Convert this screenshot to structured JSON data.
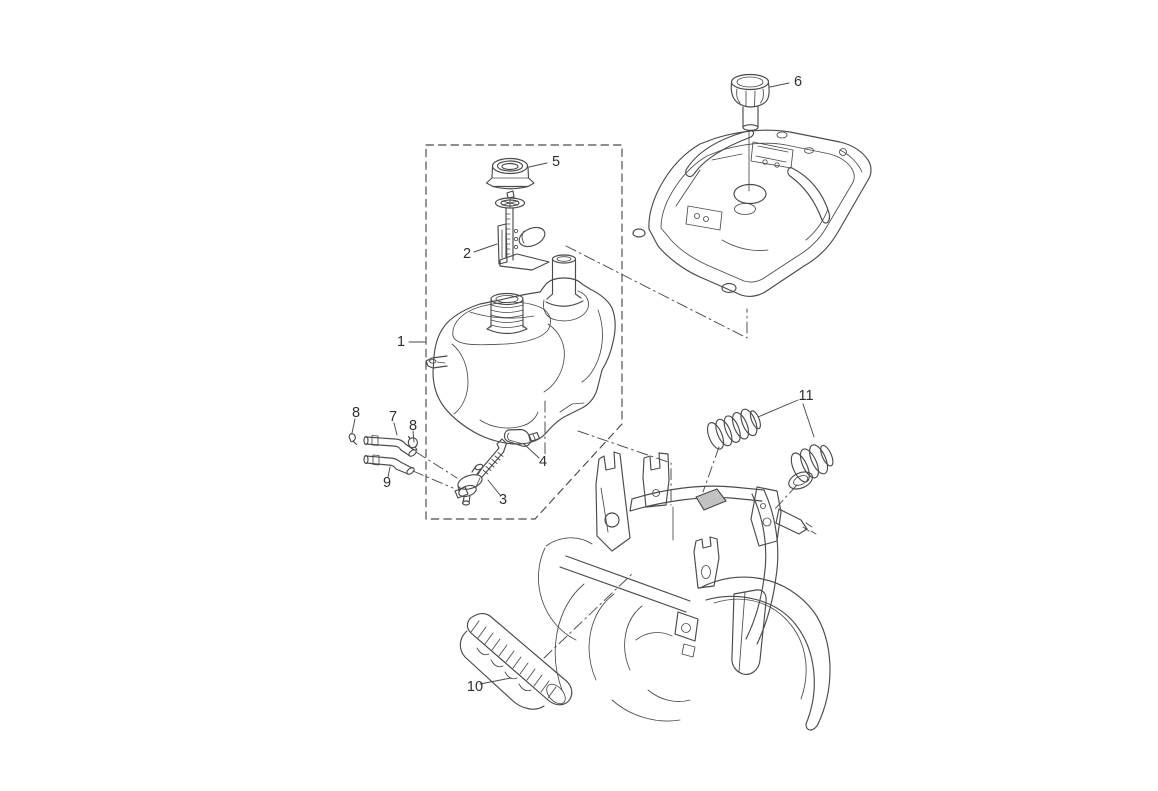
{
  "page": {
    "background_color": "#ffffff",
    "line_color": "#4a4a4a",
    "label_color": "#2f2f2f",
    "mount_pad_fill_color": "#c2c2c2"
  },
  "diagram": {
    "kind": "exploded-parts-diagram",
    "callouts": {
      "c1": {
        "label": "1"
      },
      "c2": {
        "label": "2"
      },
      "c3": {
        "label": "3"
      },
      "c4": {
        "label": "4"
      },
      "c5": {
        "label": "5"
      },
      "c6": {
        "label": "6"
      },
      "c7": {
        "label": "7"
      },
      "c8a": {
        "label": "8"
      },
      "c8b": {
        "label": "8"
      },
      "c9": {
        "label": "9"
      },
      "c10": {
        "label": "10"
      },
      "c11": {
        "label": "11"
      }
    }
  }
}
